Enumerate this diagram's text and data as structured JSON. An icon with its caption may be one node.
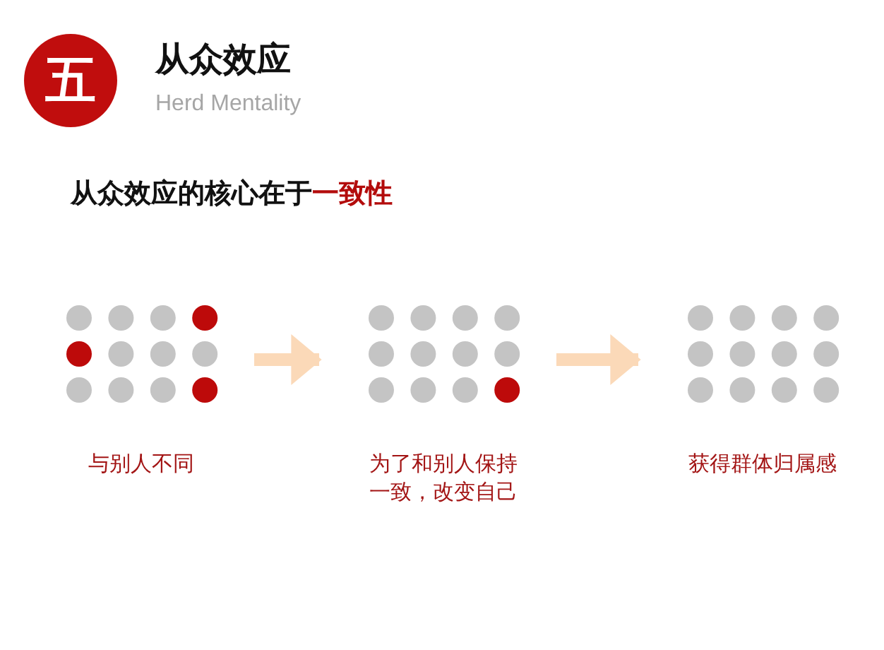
{
  "diagram": {
    "title": "从众效应",
    "nodes": [
      {
        "text": [
          "五"
        ]
      },
      {
        "text": [],
        "shape": "picture",
        "beside": [
          "与别人不同"
        ]
      },
      {
        "text": [],
        "shape": "picture",
        "beside": [
          "为了和别人保持一致，改变自己"
        ]
      },
      {
        "text": [],
        "shape": "picture",
        "beside": [
          "获得群体归属感"
        ]
      }
    ],
    "edges": [
      {
        "from": 1,
        "to": 2,
        "arrow": "to"
      },
      {
        "from": 2,
        "to": 3,
        "arrow": "to"
      }
    ],
    "labels": [
      "Herd Mentality",
      "从众效应的核心在于",
      "一致性"
    ]
  }
}
